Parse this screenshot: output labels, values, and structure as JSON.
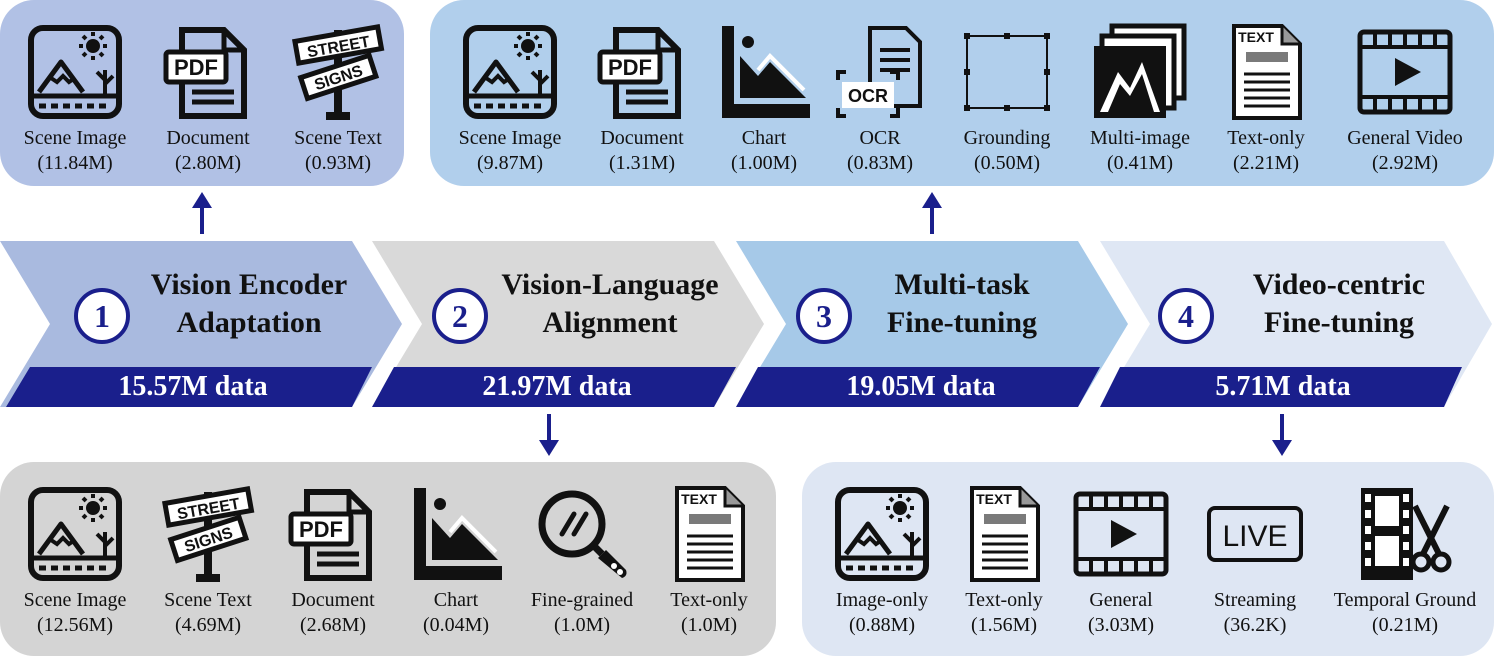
{
  "stages": [
    {
      "number": "1",
      "title_line1": "Vision Encoder",
      "title_line2": "Adaptation",
      "data": "15.57M data"
    },
    {
      "number": "2",
      "title_line1": "Vision-Language",
      "title_line2": "Alignment",
      "data": "21.97M data"
    },
    {
      "number": "3",
      "title_line1": "Multi-task",
      "title_line2": "Fine-tuning",
      "data": "19.05M data"
    },
    {
      "number": "4",
      "title_line1": "Video-centric",
      "title_line2": "Fine-tuning",
      "data": "5.71M data"
    }
  ],
  "stage1_box": [
    {
      "label": "Scene Image",
      "value": "(11.84M)",
      "icon": "scene-image-icon"
    },
    {
      "label": "Document",
      "value": "(2.80M)",
      "icon": "pdf-document-icon"
    },
    {
      "label": "Scene Text",
      "value": "(0.93M)",
      "icon": "street-signs-icon"
    }
  ],
  "stage3_box": [
    {
      "label": "Scene Image",
      "value": "(9.87M)",
      "icon": "scene-image-icon"
    },
    {
      "label": "Document",
      "value": "(1.31M)",
      "icon": "pdf-document-icon"
    },
    {
      "label": "Chart",
      "value": "(1.00M)",
      "icon": "chart-icon"
    },
    {
      "label": "OCR",
      "value": "(0.83M)",
      "icon": "ocr-icon"
    },
    {
      "label": "Grounding",
      "value": "(0.50M)",
      "icon": "grounding-box-icon"
    },
    {
      "label": "Multi-image",
      "value": "(0.41M)",
      "icon": "multi-image-icon"
    },
    {
      "label": "Text-only",
      "value": "(2.21M)",
      "icon": "text-document-icon"
    },
    {
      "label": "General Video",
      "value": "(2.92M)",
      "icon": "video-play-icon"
    }
  ],
  "stage2_box": [
    {
      "label": "Scene Image",
      "value": "(12.56M)",
      "icon": "scene-image-icon"
    },
    {
      "label": "Scene Text",
      "value": "(4.69M)",
      "icon": "street-signs-icon"
    },
    {
      "label": "Document",
      "value": "(2.68M)",
      "icon": "pdf-document-icon"
    },
    {
      "label": "Chart",
      "value": "(0.04M)",
      "icon": "chart-icon"
    },
    {
      "label": "Fine-grained",
      "value": "(1.0M)",
      "icon": "magnifier-icon"
    },
    {
      "label": "Text-only",
      "value": "(1.0M)",
      "icon": "text-document-icon"
    }
  ],
  "stage4_box": [
    {
      "label": "Image-only",
      "value": "(0.88M)",
      "icon": "scene-image-icon"
    },
    {
      "label": "Text-only",
      "value": "(1.56M)",
      "icon": "text-document-icon"
    },
    {
      "label": "General",
      "value": "(3.03M)",
      "icon": "video-play-icon"
    },
    {
      "label": "Streaming",
      "value": "(36.2K)",
      "icon": "live-icon"
    },
    {
      "label": "Temporal Ground",
      "value": "(0.21M)",
      "icon": "film-cut-icon"
    }
  ],
  "icon_text": {
    "pdf": "PDF",
    "text": "TEXT",
    "ocr": "OCR",
    "live": "LIVE",
    "street": "STREET",
    "signs": "SIGNS"
  },
  "colors": {
    "stage1": "#a9badf",
    "stage2": "#d9d9d9",
    "stage3": "#a6c9e8",
    "stage4": "#dfe7f4",
    "data_bar": "#1a1f8c",
    "box1": "#b1c1e5",
    "box2": "#d4d4d4",
    "box3": "#b1cfec",
    "box4": "#dee6f3"
  }
}
